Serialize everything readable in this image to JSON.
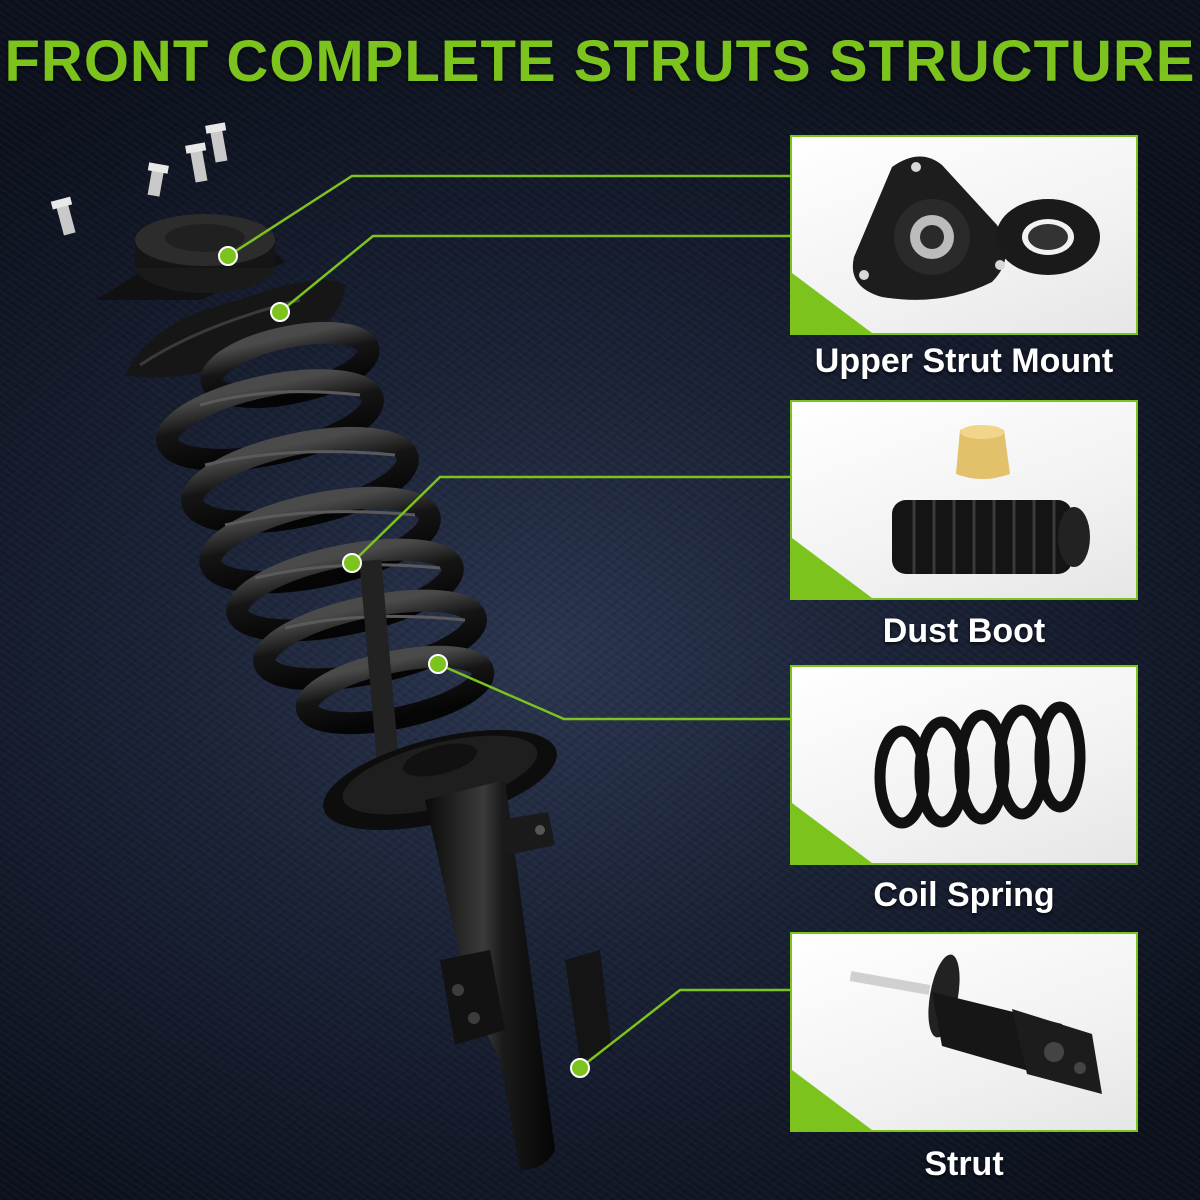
{
  "title": "FRONT COMPLETE STRUTS STRUCTURE",
  "accent_color": "#7cc31e",
  "background_color": "#1a2236",
  "components": [
    {
      "label": "Upper Strut Mount",
      "icon": "strut-mount-icon"
    },
    {
      "label": "Dust Boot",
      "icon": "dust-boot-icon"
    },
    {
      "label": "Coil Spring",
      "icon": "coil-spring-icon"
    },
    {
      "label": "Strut",
      "icon": "strut-icon"
    }
  ]
}
